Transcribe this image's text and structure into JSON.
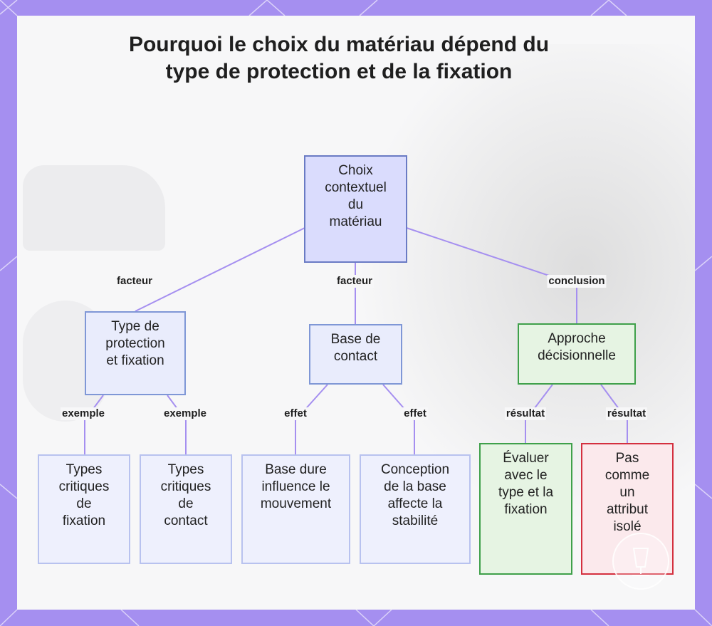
{
  "title": "Pourquoi le choix du matériau dépend du type de protection et de la fixation",
  "nodes": {
    "root": "Choix\ncontextuel\ndu\nmatériau",
    "protection": "Type de\nprotection\net fixation",
    "base": "Base de\ncontact",
    "approche": "Approche\ndécisionnelle",
    "fixation_types": "Types\ncritiques\nde\nfixation",
    "contact_types": "Types\ncritiques\nde\ncontact",
    "base_dure": "Base dure\ninfluence le\nmouvement",
    "conception": "Conception\nde la base\naffecte la\nstabilité",
    "evaluer": "Évaluer\navec le\ntype et la\nfixation",
    "pas_attribut": "Pas\ncomme\nun\nattribut\nisolé"
  },
  "edges": {
    "root_protection": "facteur",
    "root_base": "facteur",
    "root_approche": "conclusion",
    "protection_fixation": "exemple",
    "protection_contact": "exemple",
    "base_dure": "effet",
    "base_conception": "effet",
    "approche_evaluer": "résultat",
    "approche_pas": "résultat"
  },
  "colors": {
    "background": "#a58ff0",
    "edge": "#a58ff0",
    "green_border": "#3fa04a",
    "red_border": "#d4303f"
  },
  "logo_icon": "lamp-logo-icon"
}
